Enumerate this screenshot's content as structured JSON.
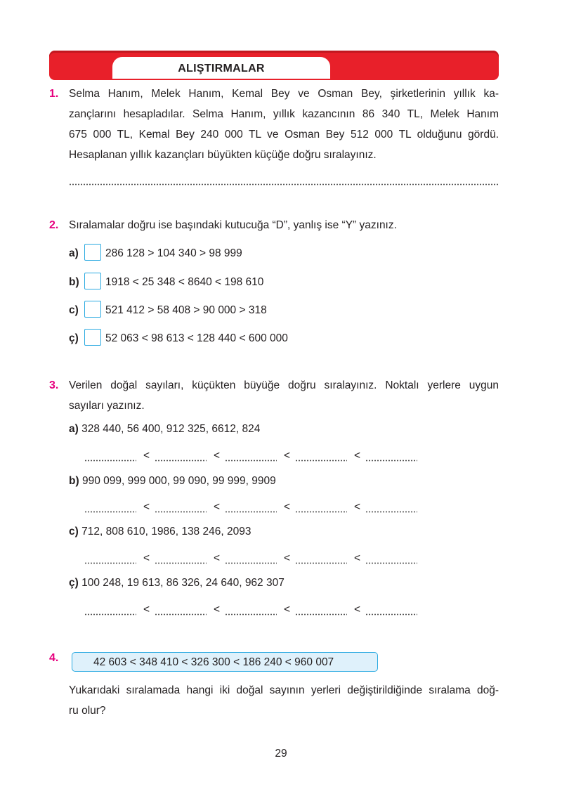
{
  "header": {
    "title": "ALIŞTIRMALAR"
  },
  "q1": {
    "number": "1.",
    "lines": [
      "Selma Hanım, Melek Hanım, Kemal Bey ve Osman Bey, şirketlerinin yıllık ka-",
      "zançlarını hesapladılar. Selma Hanım, yıllık kazancının 86 340 TL, Melek Hanım",
      "675 000 TL, Kemal Bey 240 000 TL ve Osman Bey 512 000 TL olduğunu gördü.",
      "Hesaplanan yıllık kazançları büyükten küçüğe doğru sıralayınız."
    ]
  },
  "q2": {
    "number": "2.",
    "instruction": "Sıralamalar doğru ise başındaki kutucuğa “D”, yanlış ise “Y” yazınız.",
    "items": [
      {
        "label": "a)",
        "text": "286 128 > 104 340 > 98 999"
      },
      {
        "label": "b)",
        "text": "1918 < 25 348 < 8640 < 198 610"
      },
      {
        "label": "c)",
        "text": "521 412 > 58 408 > 90 000 > 318"
      },
      {
        "label": "ç)",
        "text": "52 063 < 98 613 < 128 440 < 600 000"
      }
    ]
  },
  "q3": {
    "number": "3.",
    "lines": [
      "Verilen doğal sayıları, küçükten büyüğe doğru sıralayınız. Noktalı yerlere uygun",
      "sayıları yazınız."
    ],
    "less_than": "<",
    "items": [
      {
        "label": "a)",
        "text": "328 440, 56 400, 912 325, 6612, 824"
      },
      {
        "label": "b)",
        "text": "990 099, 999 000, 99 090, 99 999, 9909"
      },
      {
        "label": "c)",
        "text": "712, 808 610, 1986, 138 246, 2093"
      },
      {
        "label": "ç)",
        "text": "100 248, 19 613, 86 326, 24 640, 962 307"
      }
    ]
  },
  "q4": {
    "number": "4.",
    "sequence": "42 603 < 348 410 < 326 300 < 186 240 < 960 007",
    "lines": [
      "Yukarıdaki sıralamada hangi iki doğal sayının yerleri değiştirildiğinde sıralama doğ-",
      "ru olur?"
    ]
  },
  "footer": {
    "page_number": "29"
  }
}
